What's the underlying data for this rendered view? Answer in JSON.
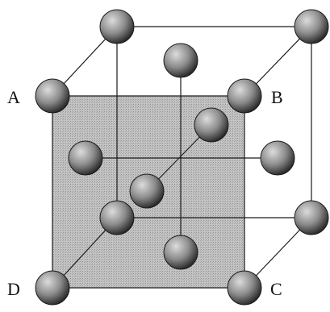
{
  "diagram": {
    "labels": {
      "a": "A",
      "b": "B",
      "c": "C",
      "d": "D"
    },
    "colors": {
      "face_fill": "#b9b9b9",
      "line": "#1a1a1a",
      "atom_light": "#dcdcdc",
      "atom_mid": "#8c8c8c",
      "atom_dark": "#2a2a2a"
    },
    "atom_count": 14
  }
}
